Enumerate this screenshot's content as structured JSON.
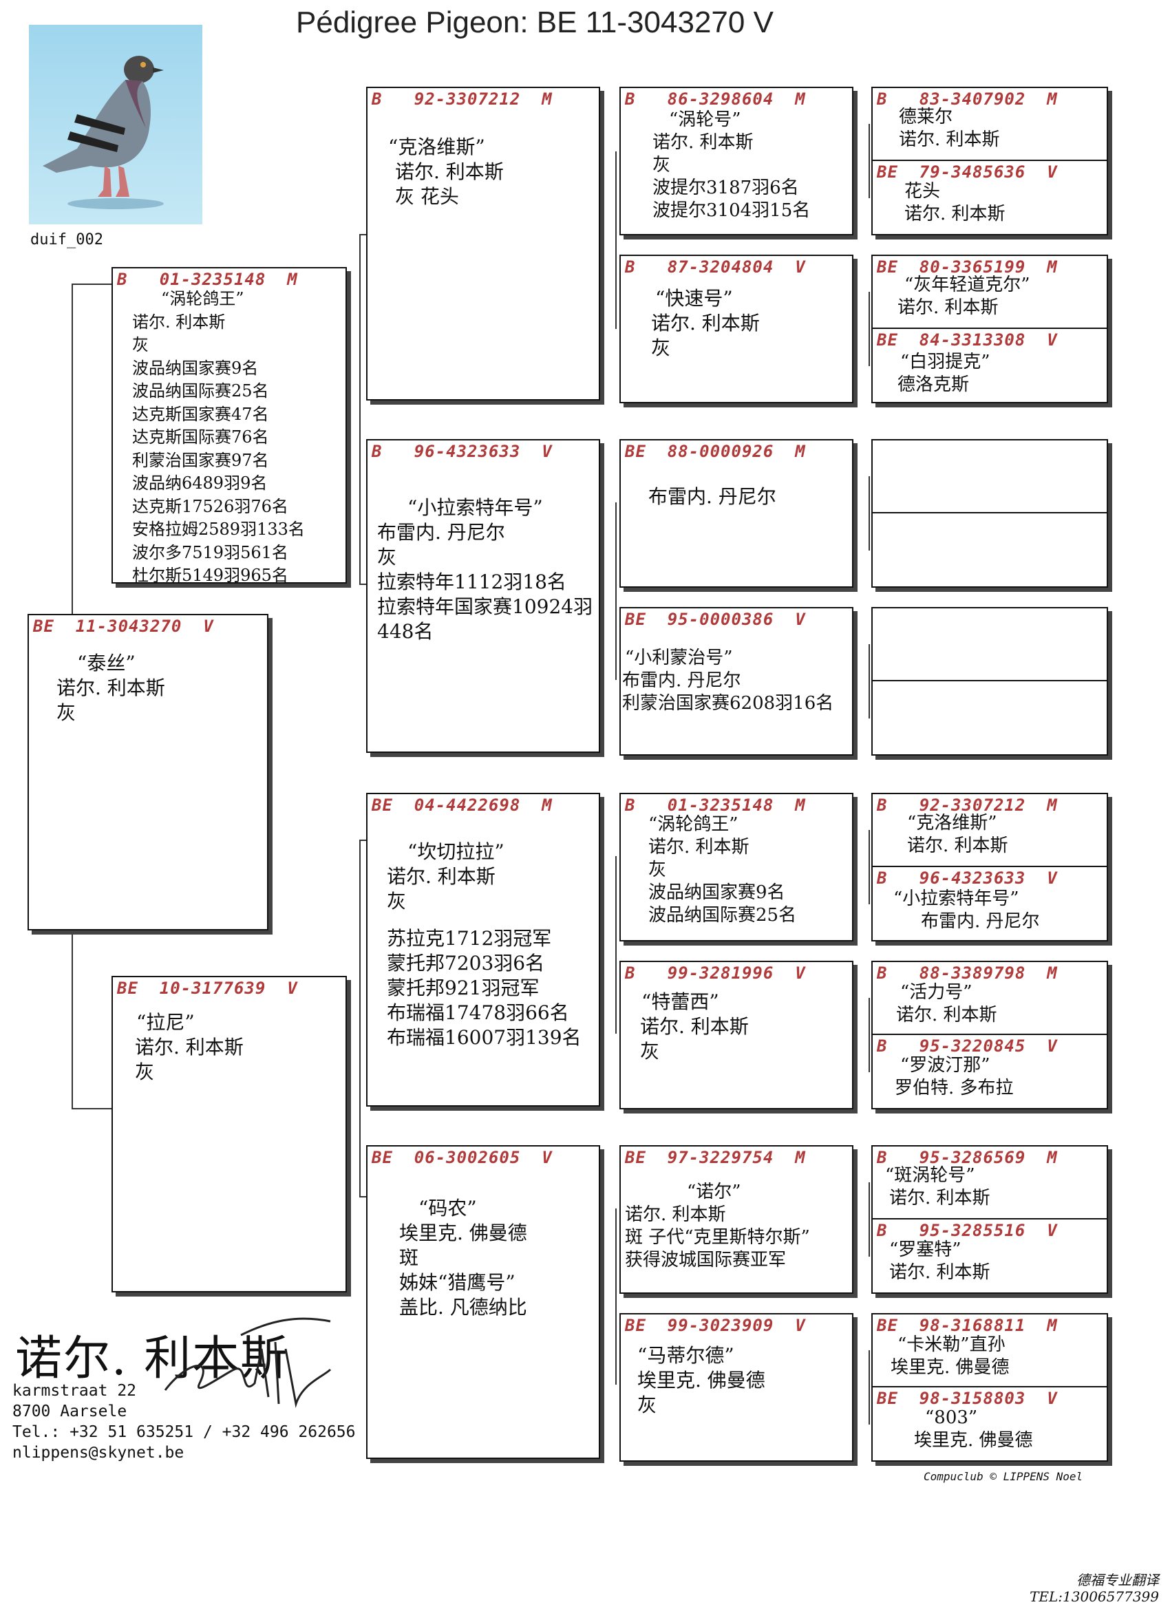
{
  "title": "Pédigree Pigeon: BE  11-3043270 V",
  "photo": {
    "caption": "duif_002"
  },
  "pigeon": {
    "ring": "BE  11-3043270  V",
    "lines": [
      "“泰丝”",
      "诺尔. 利本斯",
      "灰"
    ]
  },
  "sire": {
    "ring": "B   01-3235148  M",
    "lines": [
      "“涡轮鸽王”",
      "诺尔. 利本斯",
      "灰",
      "波品纳国家赛9名",
      "波品纳国际赛25名",
      "达克斯国家赛47名",
      "达克斯国际赛76名",
      "利蒙治国家赛97名",
      "波品纳6489羽9名",
      "达克斯17526羽76名",
      "安格拉姆2589羽133名",
      "波尔多7519羽561名",
      "杜尔斯5149羽965名"
    ]
  },
  "dam": {
    "ring": "BE  10-3177639  V",
    "lines": [
      "“拉尼”",
      "诺尔. 利本斯",
      "灰"
    ]
  },
  "ss": {
    "ring": "B   92-3307212  M",
    "lines": [
      "“克洛维斯”",
      "诺尔. 利本斯",
      "灰  花头"
    ]
  },
  "sd": {
    "ring": "B   96-4323633  V",
    "lines": [
      "“小拉索特年号”",
      "布雷内. 丹尼尔",
      "灰",
      "拉索特年1112羽18名",
      "拉索特年国家赛10924羽",
      "448名"
    ]
  },
  "ds": {
    "ring": "BE  04-4422698  M",
    "lines": [
      "“坎切拉拉”",
      "诺尔. 利本斯",
      "灰",
      "",
      "苏拉克1712羽冠军",
      "蒙托邦7203羽6名",
      "蒙托邦921羽冠军",
      "布瑞福17478羽66名",
      "布瑞福16007羽139名"
    ]
  },
  "dd": {
    "ring": "BE  06-3002605  V",
    "lines": [
      "“码农”",
      "埃里克. 佛曼德",
      "斑",
      "姊妹“猎鹰号”",
      "盖比. 凡德纳比"
    ]
  },
  "sss": {
    "ring": "B   86-3298604  M",
    "lines": [
      "“涡轮号”",
      "诺尔. 利本斯",
      "灰",
      "波提尔3187羽6名",
      "波提尔3104羽15名"
    ]
  },
  "ssd": {
    "ring": "B   87-3204804  V",
    "lines": [
      "“快速号”",
      "诺尔. 利本斯",
      "灰"
    ]
  },
  "sds": {
    "ring": "BE  88-0000926  M",
    "lines": [
      "布雷内. 丹尼尔"
    ]
  },
  "sdd": {
    "ring": "BE  95-0000386  V",
    "lines": [
      "“小利蒙治号”",
      "布雷内. 丹尼尔",
      "利蒙治国家赛6208羽16名"
    ]
  },
  "dss": {
    "ring": "B   01-3235148  M",
    "lines": [
      "“涡轮鸽王”",
      "诺尔. 利本斯",
      "灰",
      "波品纳国家赛9名",
      "波品纳国际赛25名"
    ]
  },
  "dsd": {
    "ring": "B   99-3281996  V",
    "lines": [
      "“特蕾西”",
      "诺尔. 利本斯",
      "灰"
    ]
  },
  "dds": {
    "ring": "BE  97-3229754  M",
    "lines": [
      "“诺尔”",
      "诺尔. 利本斯",
      "斑  子代“克里斯特尔斯”",
      "获得波城国际赛亚军"
    ]
  },
  "ddd": {
    "ring": "BE  99-3023909  V",
    "lines": [
      "“马蒂尔德”",
      "埃里克. 佛曼德",
      "灰"
    ]
  },
  "g4": [
    {
      "top": {
        "ring": "B   83-3407902  M",
        "lines": [
          "德莱尔",
          "诺尔. 利本斯"
        ]
      },
      "bottom": {
        "ring": "BE  79-3485636  V",
        "lines": [
          "花头",
          "诺尔. 利本斯"
        ]
      }
    },
    {
      "top": {
        "ring": "BE  80-3365199  M",
        "lines": [
          "“灰年轻道克尔”",
          "诺尔. 利本斯"
        ]
      },
      "bottom": {
        "ring": "BE  84-3313308  V",
        "lines": [
          "“白羽提克”",
          "德洛克斯"
        ]
      }
    },
    {
      "top": {
        "ring": "",
        "lines": []
      },
      "bottom": {
        "ring": "",
        "lines": []
      }
    },
    {
      "top": {
        "ring": "",
        "lines": []
      },
      "bottom": {
        "ring": "",
        "lines": []
      }
    },
    {
      "top": {
        "ring": "B   92-3307212  M",
        "lines": [
          "“克洛维斯”",
          "诺尔. 利本斯"
        ]
      },
      "bottom": {
        "ring": "B   96-4323633  V",
        "lines": [
          "“小拉索特年号”",
          "布雷内. 丹尼尔"
        ]
      }
    },
    {
      "top": {
        "ring": "B   88-3389798  M",
        "lines": [
          "“活力号”",
          "诺尔. 利本斯"
        ]
      },
      "bottom": {
        "ring": "B   95-3220845  V",
        "lines": [
          "“罗波汀那”",
          "罗伯特. 多布拉"
        ]
      }
    },
    {
      "top": {
        "ring": "B   95-3286569  M",
        "lines": [
          "“斑涡轮号”",
          "诺尔. 利本斯"
        ]
      },
      "bottom": {
        "ring": "B   95-3285516  V",
        "lines": [
          "“罗塞特”",
          "诺尔. 利本斯"
        ]
      }
    },
    {
      "top": {
        "ring": "BE  98-3168811  M",
        "lines": [
          "“卡米勒”直孙",
          "埃里克. 佛曼德"
        ]
      },
      "bottom": {
        "ring": "BE  98-3158803  V",
        "lines": [
          "“803”",
          "埃里克. 佛曼德"
        ]
      }
    }
  ],
  "breeder": {
    "name": "诺尔. 利本斯",
    "address1": "karmstraat 22",
    "address2": "8700  Aarsele",
    "phone": "Tel.: +32 51 635251 / +32 496 262656",
    "email": "nlippens@skynet.be"
  },
  "credit": "Compuclub © LIPPENS Noel",
  "translator": {
    "name": "德福专业翻译",
    "tel": "TEL:13006577399"
  }
}
